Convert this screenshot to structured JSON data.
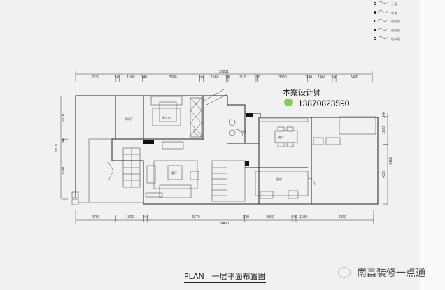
{
  "legend": [
    {
      "icon": "open-circle",
      "label": "三 管"
    },
    {
      "icon": "filled-circle",
      "label": "电 箱"
    },
    {
      "icon": "half-circle",
      "label": "弱电管"
    },
    {
      "icon": "filled-circle",
      "label": "强电管"
    },
    {
      "icon": "open-circle",
      "label": "进水管"
    }
  ],
  "dimensions": {
    "top_total": "20251",
    "top": [
      "2730",
      "240",
      "1590",
      "240",
      "3680",
      "240",
      "1560",
      "130",
      "1910",
      "130",
      "3380",
      "240",
      "1460",
      "240",
      "2480"
    ],
    "bottom": [
      "2760",
      "1920",
      "240",
      "6670",
      "240",
      "3050",
      "240",
      "1030",
      "4300"
    ],
    "bottom_total": "20450",
    "left": [
      "2870",
      "240",
      "3790"
    ],
    "left_total": "6870",
    "right": [
      "240",
      "1960",
      "4220"
    ],
    "right_total": "6180"
  },
  "rooms": {
    "leisure": "休闲厅",
    "bedroom": "老人房",
    "living": "客厅",
    "bathroom": "卫生间",
    "dining": "餐厅",
    "kitchen": "厨房"
  },
  "designer": {
    "label": "本案设计师",
    "phone": "13870823590"
  },
  "title": "PLAN　一层平面布置图",
  "watermark": "南昌装修一点通"
}
